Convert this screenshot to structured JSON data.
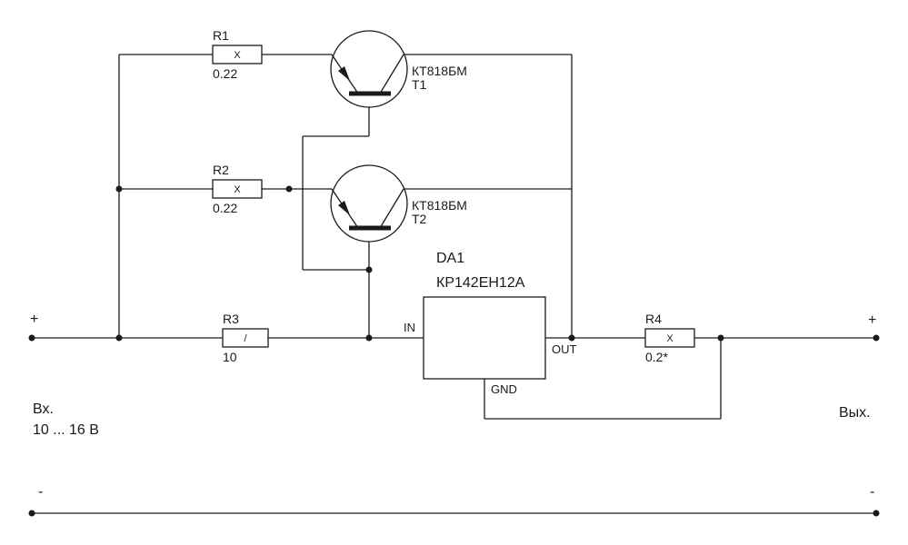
{
  "resistors": {
    "r1": {
      "ref": "R1",
      "value": "0.22",
      "mark": "X"
    },
    "r2": {
      "ref": "R2",
      "value": "0.22",
      "mark": "X"
    },
    "r3": {
      "ref": "R3",
      "value": "10",
      "mark": "/"
    },
    "r4": {
      "ref": "R4",
      "value": "0.2*",
      "mark": "X"
    }
  },
  "transistors": {
    "t1": {
      "ref": "T1",
      "part": "КТ818БМ"
    },
    "t2": {
      "ref": "T2",
      "part": "КТ818БМ"
    }
  },
  "regulator": {
    "ref": "DA1",
    "part": "КР142ЕН12А",
    "pin_in": "IN",
    "pin_out": "OUT",
    "pin_gnd": "GND"
  },
  "input": {
    "plus": "+",
    "minus": "-",
    "label": "Вх.",
    "range": "10 ... 16 В"
  },
  "output": {
    "plus": "+",
    "minus": "-",
    "label": "Вых."
  }
}
